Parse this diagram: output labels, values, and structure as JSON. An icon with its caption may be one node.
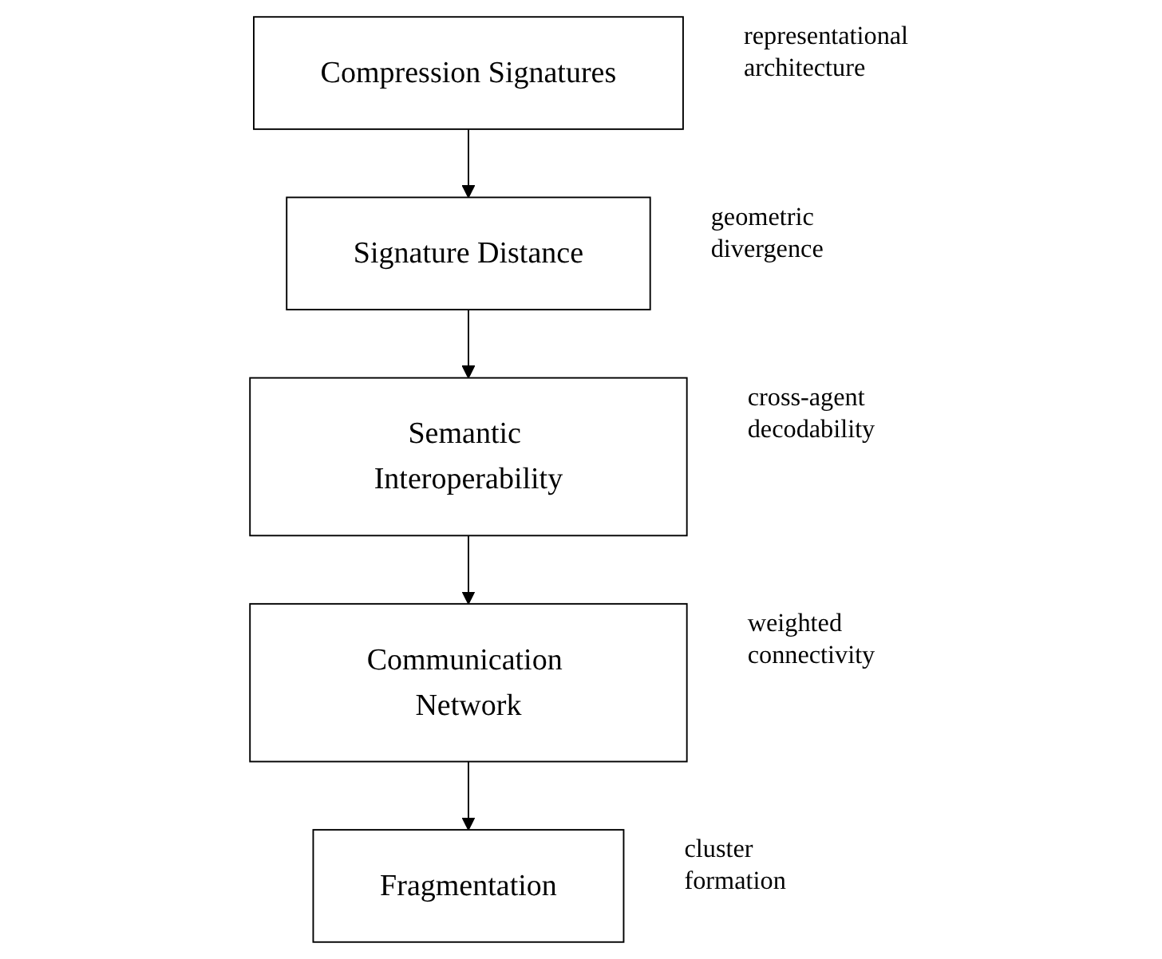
{
  "diagram": {
    "nodes": [
      {
        "text": [
          "Compression Signatures"
        ],
        "beside": [
          "representational architecture"
        ]
      },
      {
        "text": [
          "Signature Distance"
        ],
        "beside": [
          "geometric divergence"
        ]
      },
      {
        "text": [
          "Semantic Interoperability"
        ],
        "beside": [
          "cross-agent decodability"
        ]
      },
      {
        "text": [
          "Communication Network"
        ],
        "beside": [
          "weighted connectivity"
        ]
      },
      {
        "text": [
          "Fragmentation"
        ],
        "beside": [
          "cluster formation"
        ]
      }
    ],
    "edges": [
      {
        "from": 0,
        "to": 1,
        "arrow": "to"
      },
      {
        "from": 1,
        "to": 2,
        "arrow": "to"
      },
      {
        "from": 2,
        "to": 3,
        "arrow": "to"
      },
      {
        "from": 3,
        "to": 4,
        "arrow": "to"
      }
    ]
  }
}
